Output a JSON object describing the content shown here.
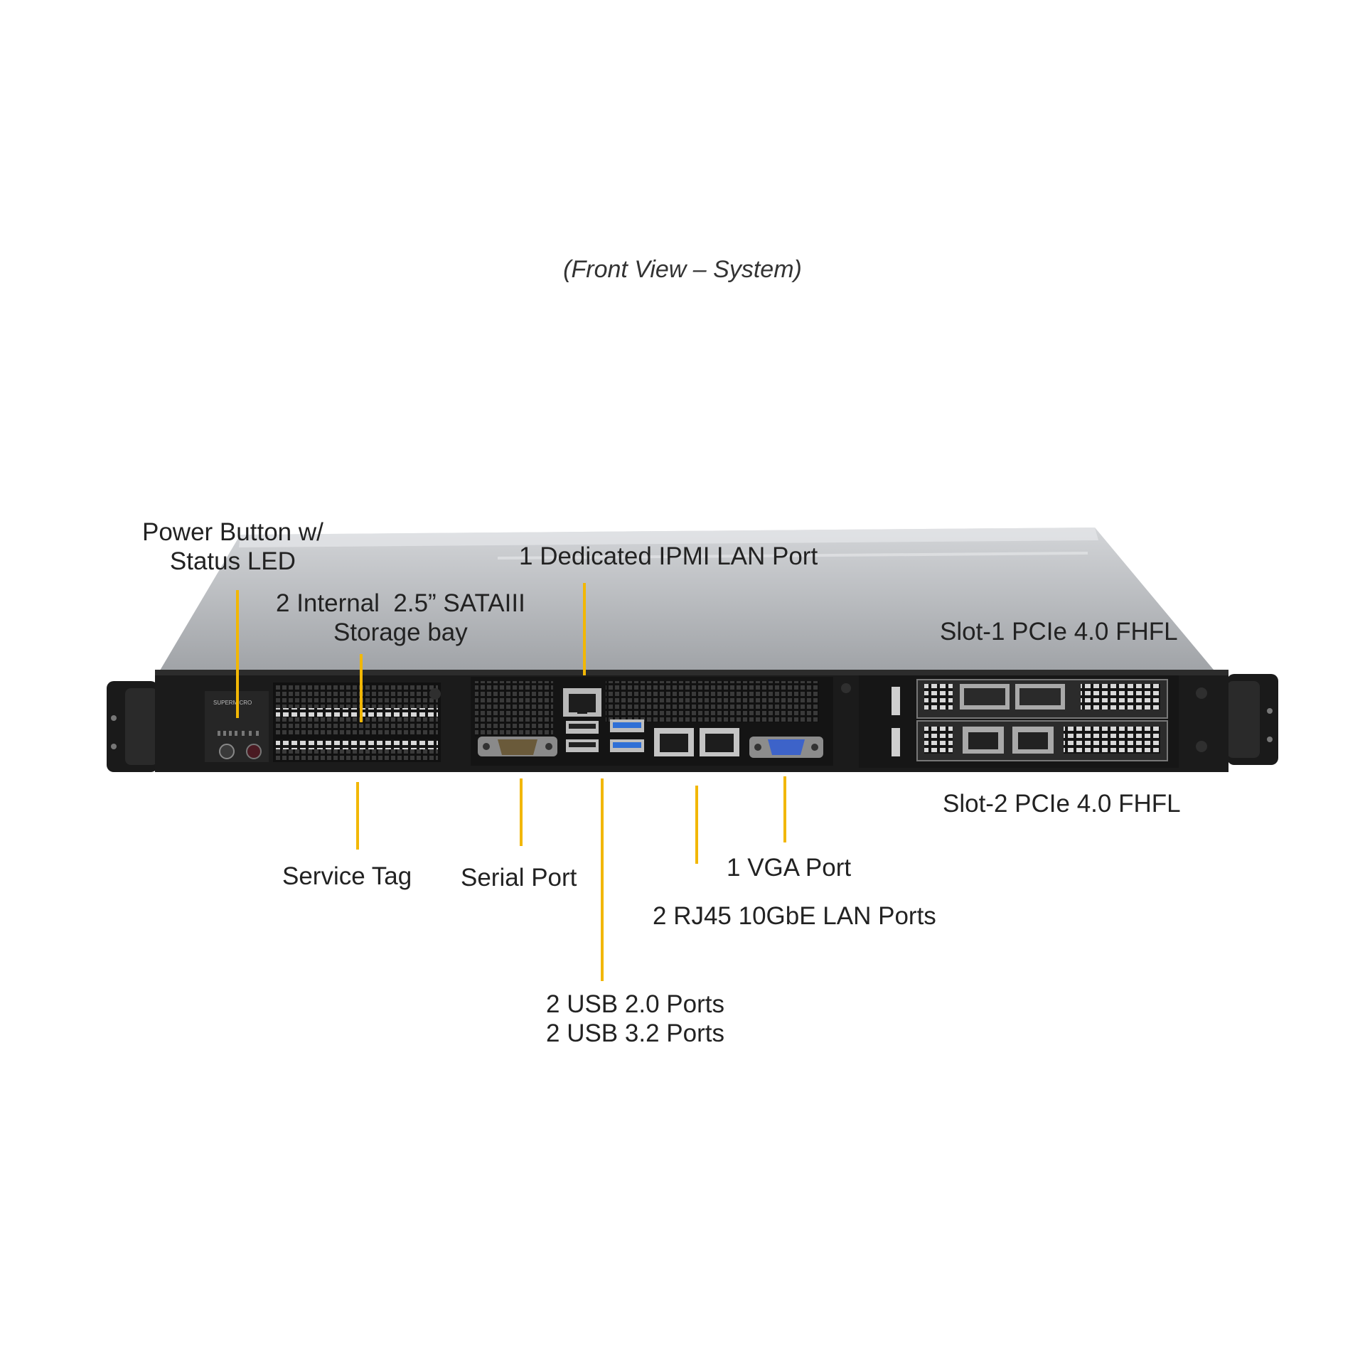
{
  "caption": "(Front View – System)",
  "callouts": {
    "power": "Power Button w/\nStatus LED",
    "storage": "2 Internal  2.5” SATAIII\nStorage bay",
    "ipmi": "1 Dedicated IPMI  LAN Port",
    "slot1": "Slot-1   PCIe 4.0 FHFL",
    "slot2": "Slot-2   PCIe 4.0 FHFL",
    "service_tag": "Service Tag",
    "serial": "Serial Port",
    "vga": "1 VGA Port",
    "lan": "2 RJ45 10GbE LAN Ports",
    "usb": "2 USB 2.0 Ports\n2 USB 3.2 Ports"
  },
  "chassis": {
    "brand": "SUPERMICRO"
  },
  "colors": {
    "leader": "#f2b705",
    "chassis_top": "#b9bbbe",
    "chassis_front": "#1b1b1b",
    "usb3_blue": "#2f6fd6",
    "vga_blue": "#3d63c9"
  }
}
